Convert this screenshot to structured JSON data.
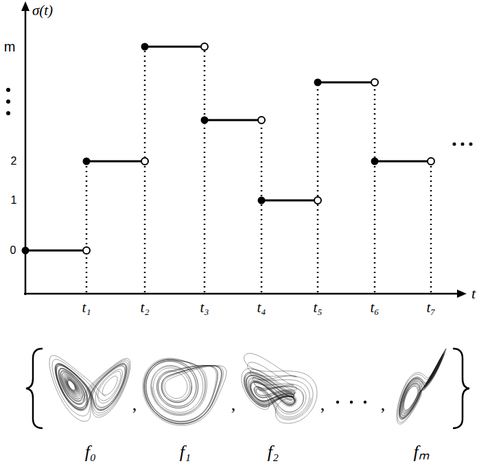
{
  "diagram": {
    "labels": [
      "σ(t)",
      "m",
      "2",
      "1",
      "0",
      "t",
      "t₁",
      "t₂",
      "t₃",
      "t₄",
      "t₅",
      "t₆",
      "t₇",
      "f₀",
      "f₁",
      "f₂",
      "fₘ",
      ",",
      ",",
      ",",
      ","
    ]
  }
}
